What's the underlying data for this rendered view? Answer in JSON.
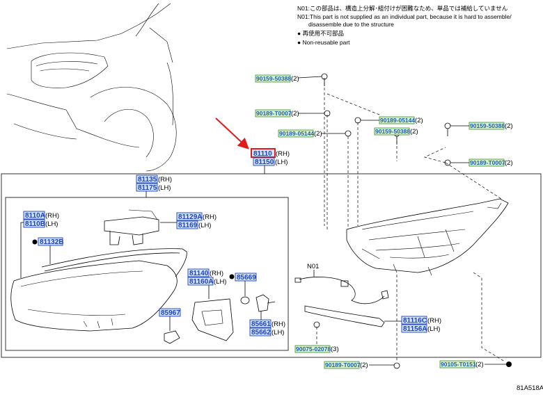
{
  "notes": {
    "n01_jp": "N01:この部品は、構造上分解･組付けが困難なため、単品では補給していません",
    "n01_en_1": "N01:This part is not supplied as an individual part, because it is hard to assemble/",
    "n01_en_2": "disassemble due to the structure",
    "nonreuse_jp": "● 再使用不可部品",
    "nonreuse_en": "● Non-reusable part"
  },
  "parts": {
    "p81110": "81110",
    "p81110_side": "(RH)",
    "p81150": "81150",
    "p81150_side": "(LH)",
    "p81135": "81135",
    "p81135_side": "(RH)",
    "p81175": "81175",
    "p81175_side": "(LH)",
    "p8110A": "8110A",
    "p8110A_side": "(RH)",
    "p8110B": "8110B",
    "p8110B_side": "(LH)",
    "p81132B": "81132B",
    "p81129A": "81129A",
    "p81129A_side": "(RH)",
    "p81169": "81169",
    "p81169_side": "(LH)",
    "p81140": "81140",
    "p81140_side": "(RH)",
    "p81160A": "81160A",
    "p81160A_side": "(LH)",
    "p85669": "85669",
    "p85967": "85967",
    "p85661": "85661",
    "p85661_side": "(RH)",
    "p85662": "85662",
    "p85662_side": "(LH)",
    "p81116C": "81116C",
    "p81116C_side": "(RH)",
    "p81156A": "81156A",
    "p81156A_side": "(LH)"
  },
  "fasteners": {
    "f1": "90159-50388",
    "f1_qty": "(2)",
    "f2": "90189-T0007",
    "f2_qty": "(2)",
    "f3": "90189-05144",
    "f3_qty": "(2)",
    "f4": "90189-05144",
    "f4_qty": "(2)",
    "f5": "90159-50388",
    "f5_qty": "(2)",
    "f6": "90159-50388",
    "f6_qty": "(2)",
    "f7": "90189-T0007",
    "f7_qty": "(2)",
    "f8": "90075-02078",
    "f8_qty": "(3)",
    "f9": "90189-T0007",
    "f9_qty": "(2)",
    "f10": "90105-T0151",
    "f10_qty": "(2)"
  },
  "labels": {
    "n01": "N01",
    "diagram_code": "81A518A"
  },
  "colors": {
    "callout_blue": "#1f3fbf",
    "callout_fill": "#cfe4ff",
    "fastener_green": "#2f8f2f",
    "highlight_red": "#e01b1b"
  }
}
